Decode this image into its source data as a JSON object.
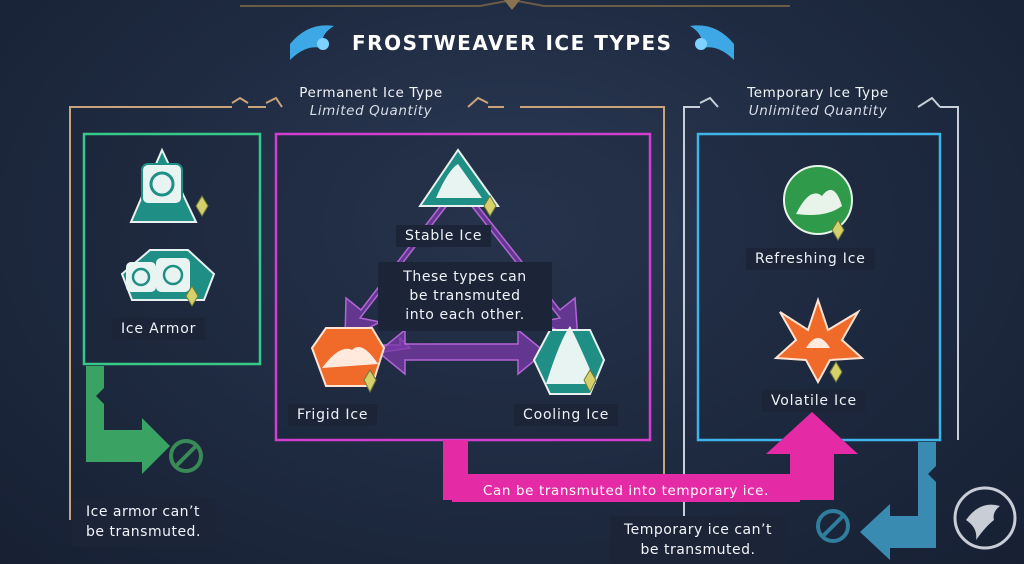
{
  "title": "FROSTWEAVER ICE TYPES",
  "permanent": {
    "heading": "Permanent Ice Type",
    "subheading": "Limited Quantity"
  },
  "temporary": {
    "heading": "Temporary Ice Type",
    "subheading": "Unlimited Quantity"
  },
  "ice_types": {
    "ice_armor": "Ice Armor",
    "stable": "Stable Ice",
    "frigid": "Frigid Ice",
    "cooling": "Cooling Ice",
    "refreshing": "Refreshing Ice",
    "volatile": "Volatile Ice"
  },
  "center_note": [
    "These types can",
    "be transmuted",
    "into each other."
  ],
  "notes": {
    "ice_armor": [
      "Ice armor can’t",
      "be transmuted."
    ],
    "temporary": [
      "Temporary ice can’t",
      "be transmuted."
    ],
    "transmute_bar": "Can be transmuted into temporary ice."
  },
  "colors": {
    "permanent_frame": "#c9a47a",
    "ice_armor_box": "#37c98a",
    "triangle_box": "#d23fcf",
    "temporary_box": "#3fb4e8",
    "pink_arrow": "#e52aa6",
    "green_arrow": "#3fb86a",
    "blue_arrow": "#3f9ec8",
    "teal_icon": "#1f8f86",
    "orange_icon": "#f06a2a",
    "green_icon": "#2f9a4a"
  }
}
